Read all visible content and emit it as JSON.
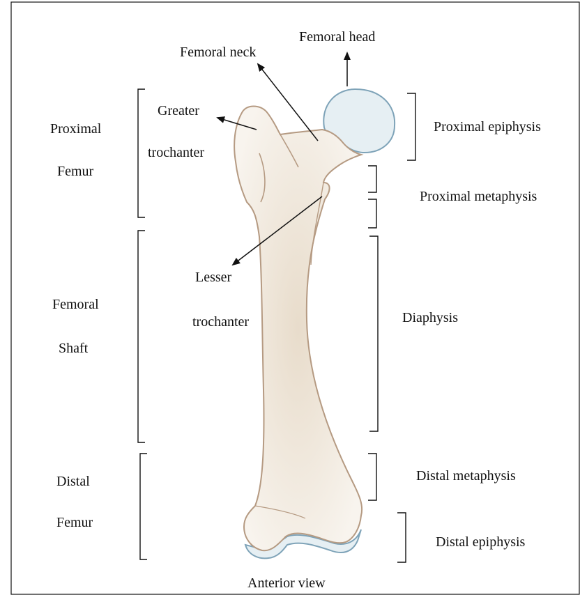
{
  "labels": {
    "femoral_head": "Femoral head",
    "femoral_neck": "Femoral neck",
    "greater_trochanter_1": "Greater",
    "greater_trochanter_2": "trochanter",
    "lesser_trochanter_1": "Lesser",
    "lesser_trochanter_2": "trochanter",
    "proximal_femur_1": "Proximal",
    "proximal_femur_2": "Femur",
    "femoral_shaft_1": "Femoral",
    "femoral_shaft_2": "Shaft",
    "distal_femur_1": "Distal",
    "distal_femur_2": "Femur",
    "proximal_epiphysis": "Proximal epiphysis",
    "proximal_metaphysis": "Proximal metaphysis",
    "diaphysis": "Diaphysis",
    "distal_metaphysis": "Distal metaphysis",
    "distal_epiphysis": "Distal epiphysis",
    "caption": "Anterior view"
  },
  "colors": {
    "bone_outline": "#b59a82",
    "bone_fill": "#f7f2ea",
    "bone_texture": "#d9c8b2",
    "cartilage_outline": "#7ea3b8",
    "cartilage_fill": "#e6eff3",
    "ink": "#111111"
  }
}
